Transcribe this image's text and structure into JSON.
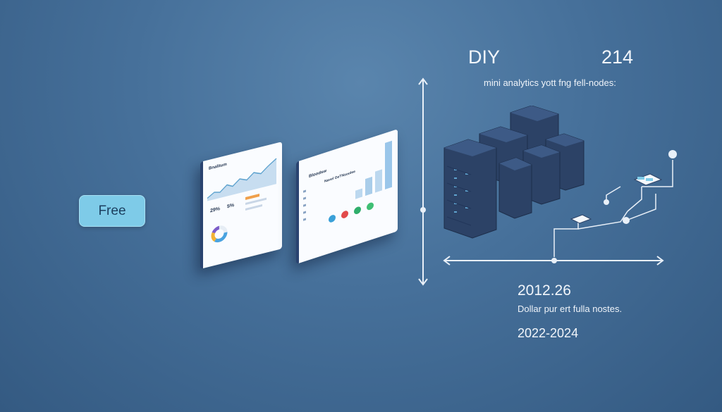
{
  "free_badge": {
    "label": "Free"
  },
  "header": {
    "title": "DIY",
    "number": "214",
    "subtitle": "mini analytics yott fng fell-nodes:"
  },
  "lower": {
    "value": "2012.26",
    "caption": "Dollar pur ert fulla nostes.",
    "years": "2022-2024"
  },
  "screen_left": {
    "brand": "Bnalitum",
    "stat_a": "29%",
    "stat_b": "5%"
  },
  "screen_right": {
    "brand": "Bloodsw",
    "heading": "Navel GeTNsoolee"
  },
  "colors": {
    "accent": "#7ecbe8",
    "server": "#2c4266",
    "chart_line": "#5fa3cf"
  }
}
